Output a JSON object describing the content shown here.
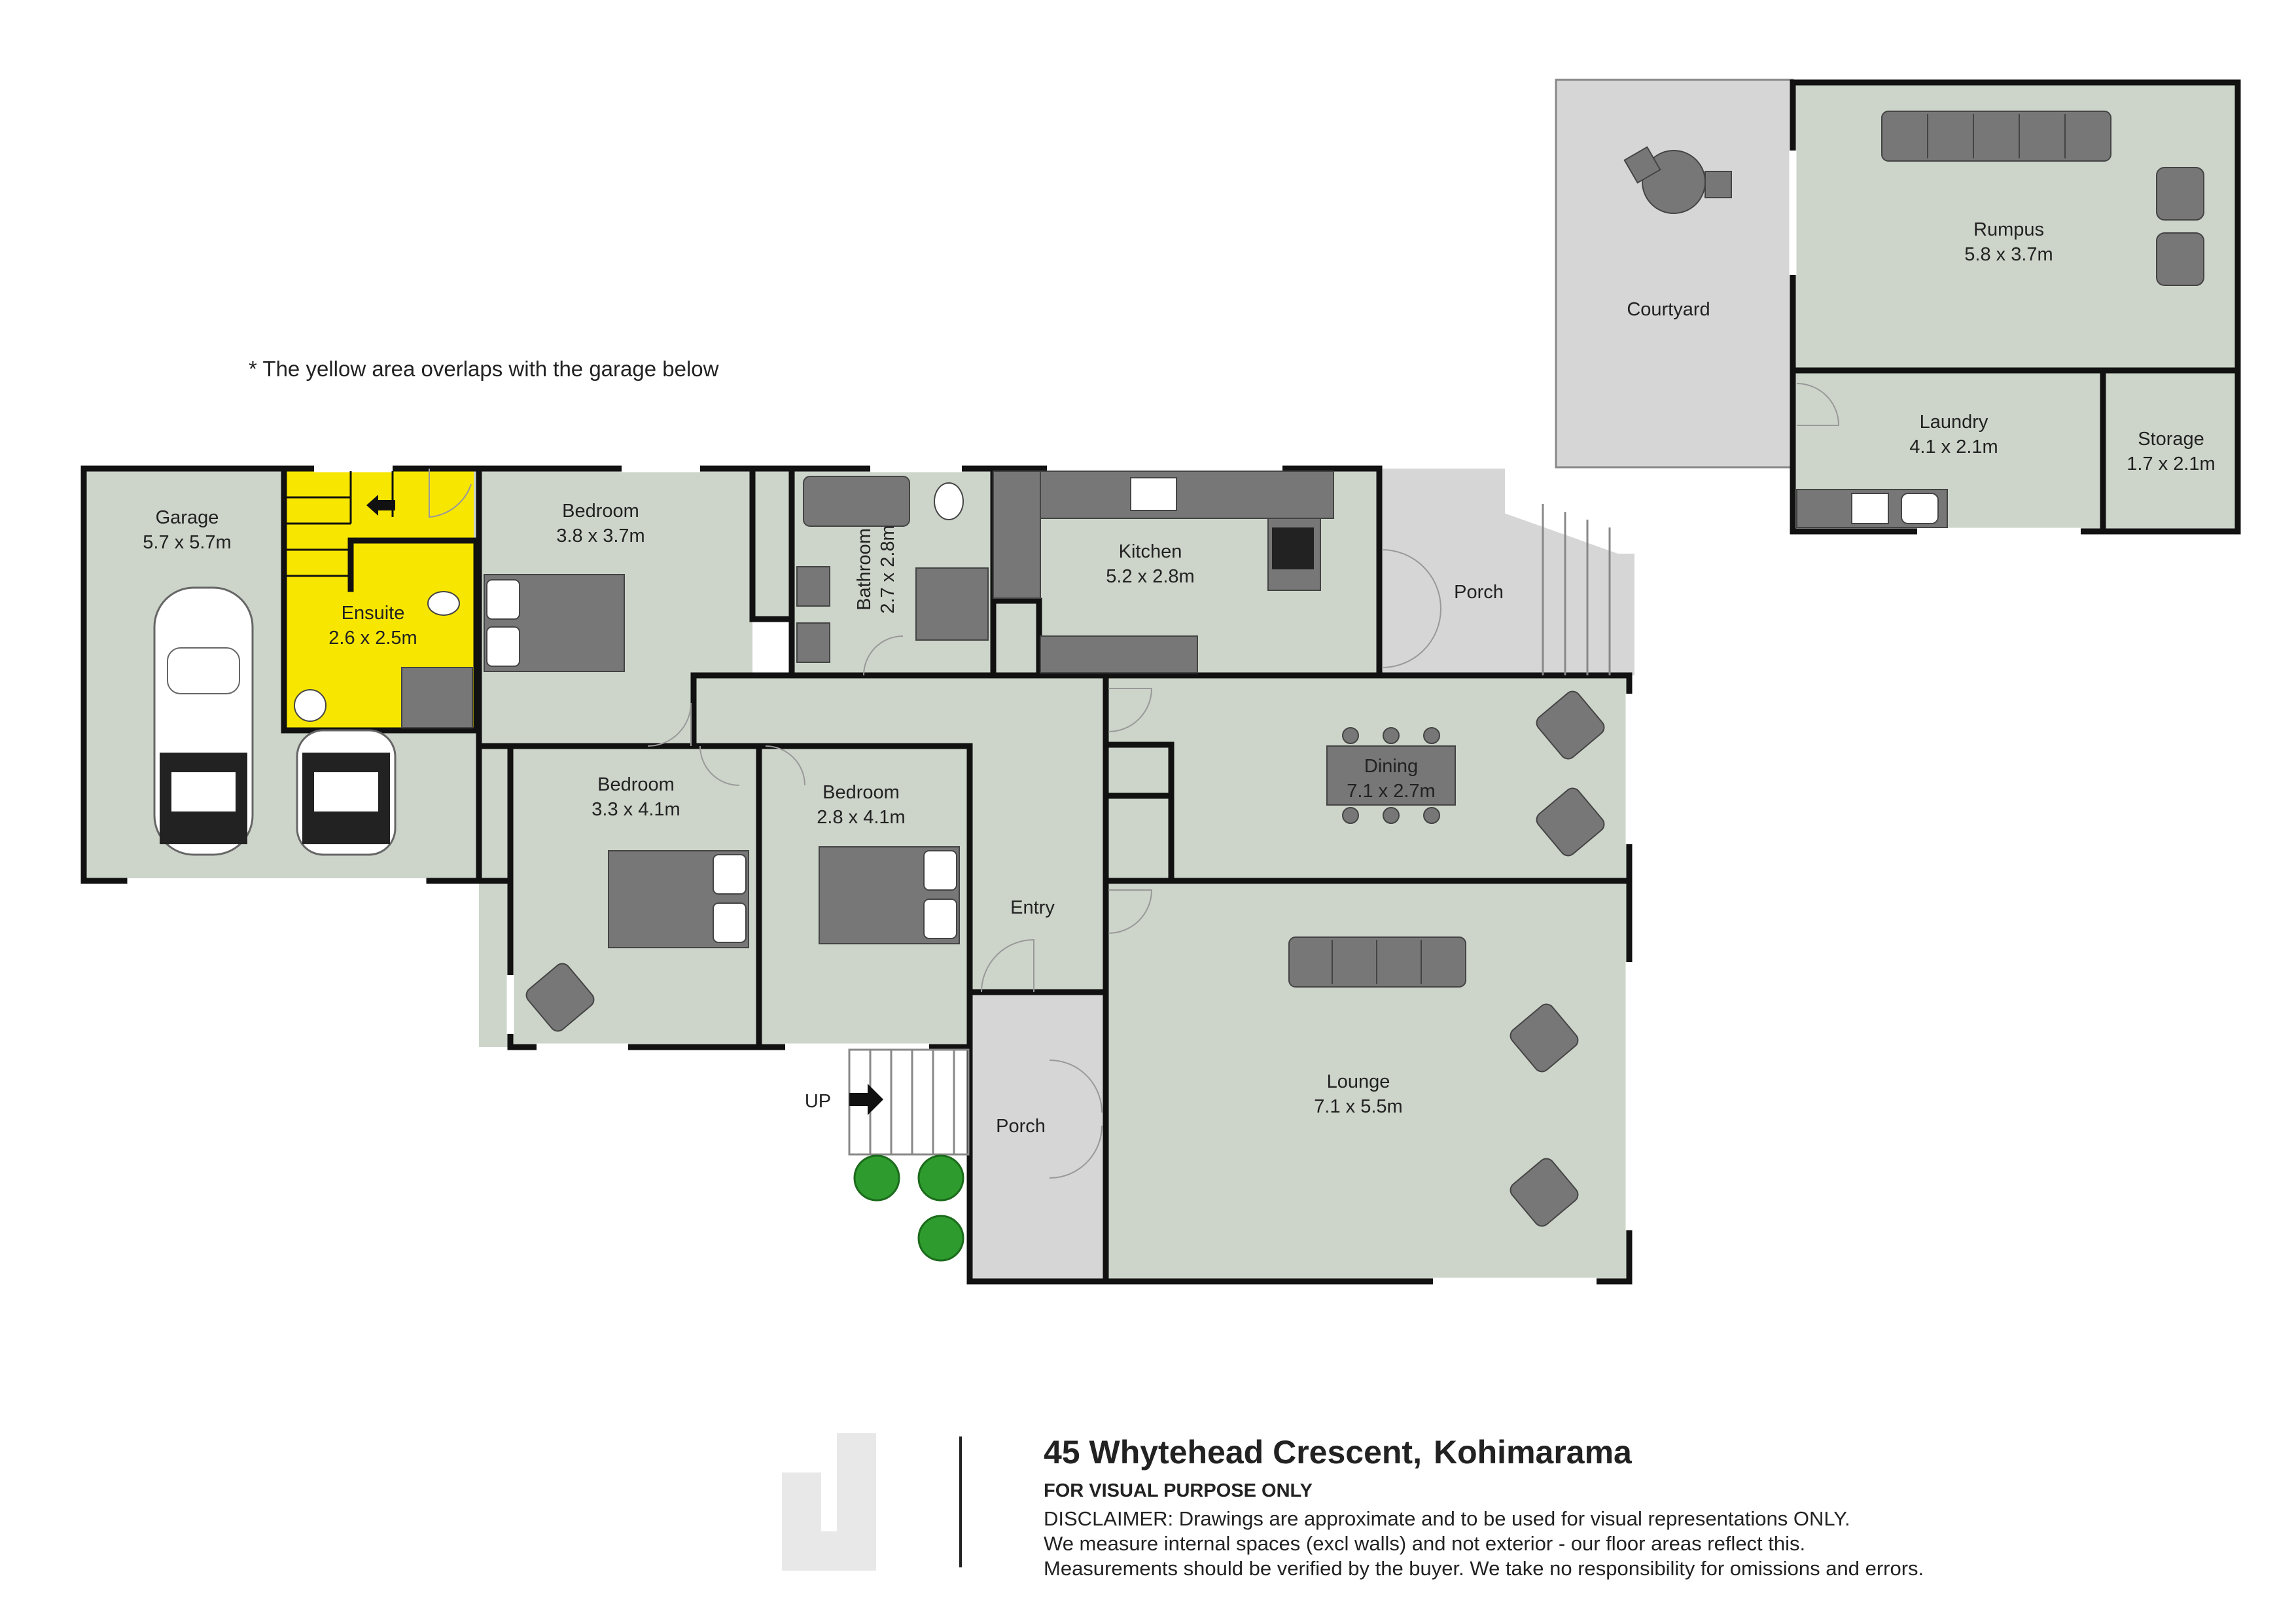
{
  "note": "* The yellow area overlaps with the garage below",
  "colors": {
    "room_fill": "#cdd5ca",
    "highlight": "#f7e600",
    "wall": "#111111",
    "furniture": "#777777",
    "plant": "#2e9b2e"
  },
  "rooms": {
    "garage": {
      "name": "Garage",
      "dim": "5.7 x 5.7m"
    },
    "ensuite": {
      "name": "Ensuite",
      "dim": "2.6 x 2.5m"
    },
    "bedroom1": {
      "name": "Bedroom",
      "dim": "3.8 x 3.7m"
    },
    "bathroom": {
      "name": "Bathroom",
      "dim": "2.7 x 2.8m"
    },
    "kitchen": {
      "name": "Kitchen",
      "dim": "5.2 x 2.8m"
    },
    "porch_east": {
      "name": "Porch"
    },
    "bedroom2": {
      "name": "Bedroom",
      "dim": "3.3 x 4.1m"
    },
    "bedroom3": {
      "name": "Bedroom",
      "dim": "2.8 x 4.1m"
    },
    "dining": {
      "name": "Dining",
      "dim": "7.1 x 2.7m"
    },
    "entry": {
      "name": "Entry"
    },
    "lounge": {
      "name": "Lounge",
      "dim": "7.1 x 5.5m"
    },
    "porch_front": {
      "name": "Porch"
    },
    "courtyard": {
      "name": "Courtyard"
    },
    "rumpus": {
      "name": "Rumpus",
      "dim": "5.8 x 3.7m"
    },
    "laundry": {
      "name": "Laundry",
      "dim": "4.1 x 2.1m"
    },
    "storage": {
      "name": "Storage",
      "dim": "1.7 x 2.1m"
    }
  },
  "stairs_label": "UP",
  "footer": {
    "address": "45 Whytehead Crescent,",
    "suburb": "Kohimarama",
    "subtitle": "FOR VISUAL PURPOSE ONLY",
    "disclaimer": [
      "DISCLAIMER:  Drawings are approximate and to be used for visual representations ONLY.",
      "We measure internal spaces (excl walls) and not exterior - our floor areas reflect this.",
      "Measurements should be verified by the buyer. We take no responsibility for omissions and errors."
    ]
  }
}
